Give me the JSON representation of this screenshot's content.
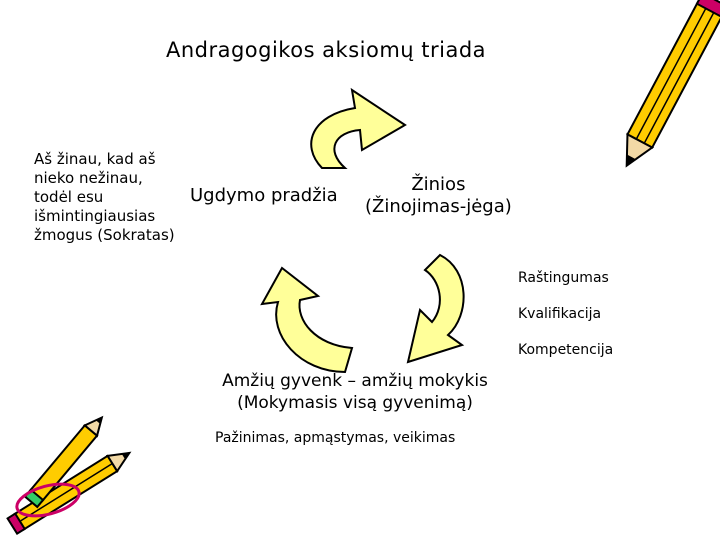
{
  "title": "Andragogikos aksiomų triada",
  "quote_lines": [
    "Aš žinau, kad aš",
    "nieko nežinau,",
    "todėl esu",
    "išmintingiausias",
    "žmogus (Sokratas)"
  ],
  "nodes": {
    "left": "Ugdymo pradžia",
    "right_lines": [
      "Žinios",
      "(Žinojimas-jėga)"
    ],
    "bottom_lines": [
      "Amžių gyvenk – amžių mokykis",
      "(Mokymasis visą gyvenimą)"
    ],
    "bottom_sub": "Pažinimas, apmąstymas, veikimas"
  },
  "right_list": [
    "Raštingumas",
    "Kvalifikacija",
    "Kompetencija"
  ],
  "colors": {
    "arrow_fill": "#ffff99",
    "arrow_stroke": "#000000",
    "pencil_body": "#ffcc00",
    "pencil_accent": "#cc0066"
  },
  "icons": [
    "curved-arrow-icon",
    "pencil-icon"
  ]
}
